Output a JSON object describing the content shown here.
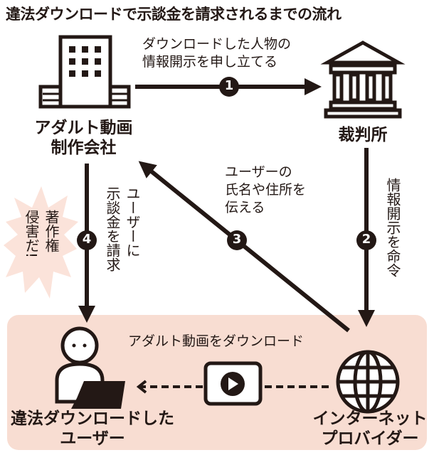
{
  "title": "違法ダウンロードで示談金を請求されるまでの流れ",
  "colors": {
    "ink": "#231815",
    "panel": "#f8ddd2",
    "burst": "#fbe3da"
  },
  "nodes": {
    "company": {
      "line1": "アダルト動画",
      "line2": "制作会社"
    },
    "court": {
      "label": "裁判所"
    },
    "user": {
      "line1": "違法ダウンロードした",
      "line2": "ユーザー"
    },
    "isp": {
      "line1": "インターネット",
      "line2": "プロバイダー"
    }
  },
  "steps": [
    {
      "num": "1",
      "line1": "ダウンロードした人物の",
      "line2": "情報開示を申し立てる"
    },
    {
      "num": "2",
      "text": "情報開示を命令"
    },
    {
      "num": "3",
      "line1": "ユーザーの",
      "line2": "氏名や住所を",
      "line3": "伝える"
    },
    {
      "num": "4",
      "line1": "ユーザーに",
      "line2": "示談金を請求"
    }
  ],
  "burst": {
    "line1": "著作権",
    "line2": "侵害だ!"
  },
  "download_label": "アダルト動画をダウンロード"
}
